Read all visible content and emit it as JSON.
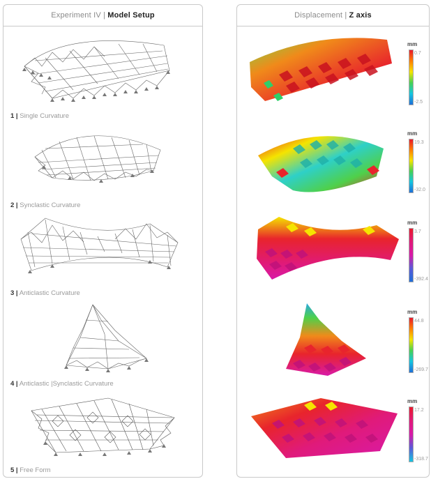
{
  "left_panel": {
    "title_light": "Experiment IV |",
    "title_bold": "Model Setup",
    "cases": [
      {
        "num": "1 |",
        "label": "Single Curvature"
      },
      {
        "num": "2 |",
        "label": "Synclastic Curvature"
      },
      {
        "num": "3 |",
        "label": "Anticlastic Curvature"
      },
      {
        "num": "4 |",
        "label": "Anticlastic |Synclastic Curvature"
      },
      {
        "num": "5 |",
        "label": "Free Form"
      }
    ]
  },
  "right_panel": {
    "title_light": "Displacement |",
    "title_bold": "Z axis",
    "results": [
      {
        "unit": "mm",
        "max": "0.7",
        "min": "-2.5"
      },
      {
        "unit": "mm",
        "max": "19.3",
        "min": "-32.0"
      },
      {
        "unit": "mm",
        "max": "3.7",
        "min": "-392.4"
      },
      {
        "unit": "mm",
        "max": "44.8",
        "min": "-269.7"
      },
      {
        "unit": "mm",
        "max": "17.2",
        "min": "-318.7"
      }
    ]
  },
  "colors": {
    "legend_scale": [
      "#e8192c",
      "#ff7f00",
      "#f5e400",
      "#47d154",
      "#16c5e0",
      "#1f6fd8"
    ],
    "mesh_line": "#555555",
    "support": "#777777"
  }
}
